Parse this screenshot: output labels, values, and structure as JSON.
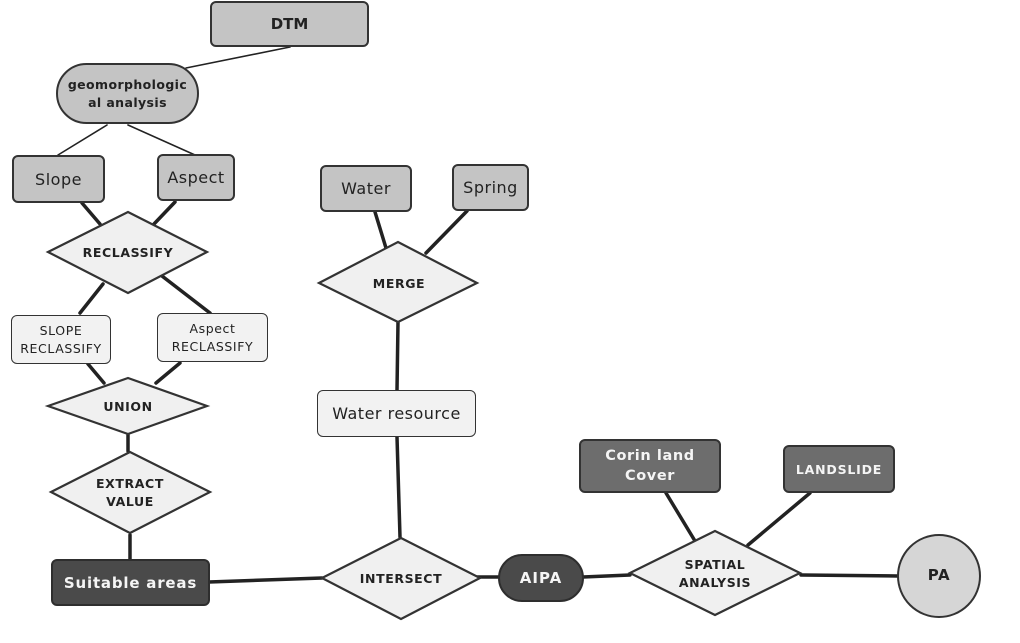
{
  "nodes": {
    "dtm": "DTM",
    "geomorph": "geomorphologic al analysis",
    "slope": "Slope",
    "aspect": "Aspect",
    "reclassify": "RECLASSIFY",
    "slope_reclass": "SLOPE RECLASSIFY",
    "aspect_reclass": "Aspect RECLASSIFY",
    "union": "UNION",
    "extract_value": "EXTRACT VALUE",
    "suitable_areas": "Suitable areas",
    "water": "Water",
    "spring": "Spring",
    "merge": "MERGE",
    "water_resource": "Water resource",
    "intersect": "INTERSECT",
    "aipa": "AIPA",
    "corin": "Corin land Cover",
    "landslide": "LANDSLIDE",
    "spatial_analysis": "SPATIAL ANALYSIS",
    "pa": "PA"
  },
  "colors": {
    "gray_fill": "#c4c4c4",
    "light_fill": "#f2f2f2",
    "dark_fill": "#4a4a4a",
    "mid_fill": "#6d6d6d",
    "stroke": "#333333"
  }
}
